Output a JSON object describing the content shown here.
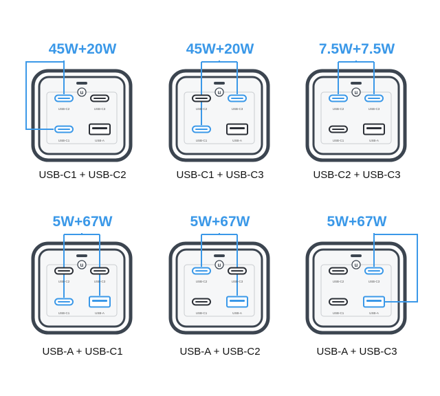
{
  "colors": {
    "accent": "#3a98e8",
    "device": "#3c4550",
    "port_dark": "#2b2f36"
  },
  "port_labels": {
    "C2": "USB-C2",
    "C3": "USB-C3",
    "C1": "USB-C1",
    "A": "USB-A"
  },
  "panels": [
    {
      "title": "45W+20W",
      "caption": "USB-C1 + USB-C2",
      "highlighted": [
        "C1",
        "C2"
      ]
    },
    {
      "title": "45W+20W",
      "caption": "USB-C1 + USB-C3",
      "highlighted": [
        "C1",
        "C3"
      ]
    },
    {
      "title": "7.5W+7.5W",
      "caption": "USB-C2 + USB-C3",
      "highlighted": [
        "C2",
        "C3"
      ]
    },
    {
      "title": "5W+67W",
      "caption": "USB-A + USB-C1",
      "highlighted": [
        "A",
        "C1"
      ]
    },
    {
      "title": "5W+67W",
      "caption": "USB-A + USB-C2",
      "highlighted": [
        "A",
        "C2"
      ]
    },
    {
      "title": "5W+67W",
      "caption": "USB-A + USB-C3",
      "highlighted": [
        "A",
        "C3"
      ]
    }
  ]
}
